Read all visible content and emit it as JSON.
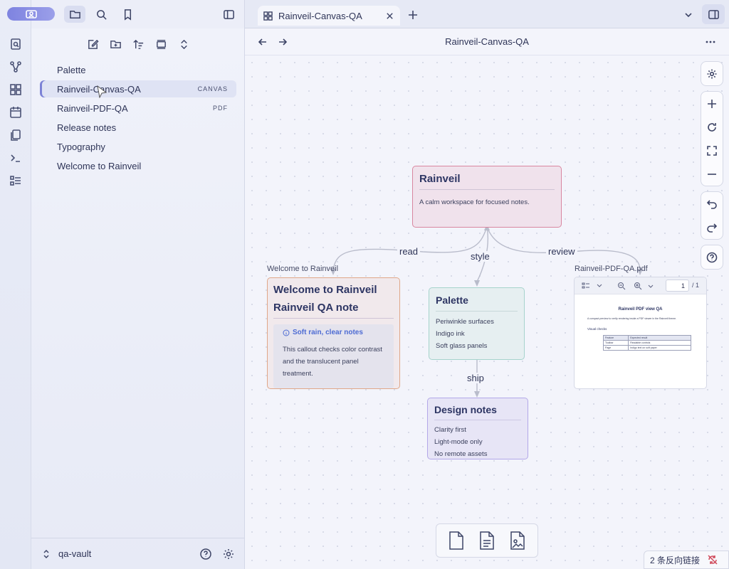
{
  "topbar": {
    "icons": [
      "vault-switcher-icon",
      "folder-icon",
      "search-icon",
      "bookmark-icon",
      "sidebar-toggle-icon"
    ]
  },
  "sidebar": {
    "files": [
      {
        "name": "Palette",
        "tag": ""
      },
      {
        "name": "Rainveil-Canvas-QA",
        "tag": "CANVAS"
      },
      {
        "name": "Rainveil-PDF-QA",
        "tag": "PDF"
      },
      {
        "name": "Release notes",
        "tag": ""
      },
      {
        "name": "Typography",
        "tag": ""
      },
      {
        "name": "Welcome to Rainveil",
        "tag": ""
      }
    ],
    "active_index": 1,
    "vault_name": "qa-vault"
  },
  "tab": {
    "label": "Rainveil-Canvas-QA"
  },
  "view": {
    "title": "Rainveil-Canvas-QA"
  },
  "canvas": {
    "rainveil": {
      "title": "Rainveil",
      "body": "A calm workspace for focused notes."
    },
    "welcome": {
      "label": "Welcome to Rainveil",
      "title1": "Welcome to Rainveil",
      "title2": "Rainveil QA note",
      "callout_title": "Soft rain, clear notes",
      "callout_body": "This callout checks color contrast and the translucent panel treatment."
    },
    "palette": {
      "title": "Palette",
      "items": [
        "Periwinkle surfaces",
        "Indigo ink",
        "Soft glass panels"
      ]
    },
    "design": {
      "title": "Design notes",
      "items": [
        "Clarity first",
        "Light-mode only",
        "No remote assets"
      ]
    },
    "pdf": {
      "label": "Rainveil-PDF-QA.pdf",
      "page": "1",
      "page_total": "/ 1",
      "doc_title": "Rainveil PDF view QA",
      "doc_line": "A compact preview to verify rendering inside a PDF viewer in the Rainveil theme.",
      "doc_section": "Visual checks",
      "table_header": [
        "Feature",
        "Expected result"
      ],
      "table_rows": [
        [
          "Toolbar",
          "Readable controls"
        ],
        [
          "Page",
          "Indigo text on soft paper"
        ]
      ]
    },
    "edges": {
      "read": "read",
      "style": "style",
      "review": "review",
      "ship": "ship"
    }
  },
  "statusbar": {
    "backlinks": "2 条反向链接"
  }
}
